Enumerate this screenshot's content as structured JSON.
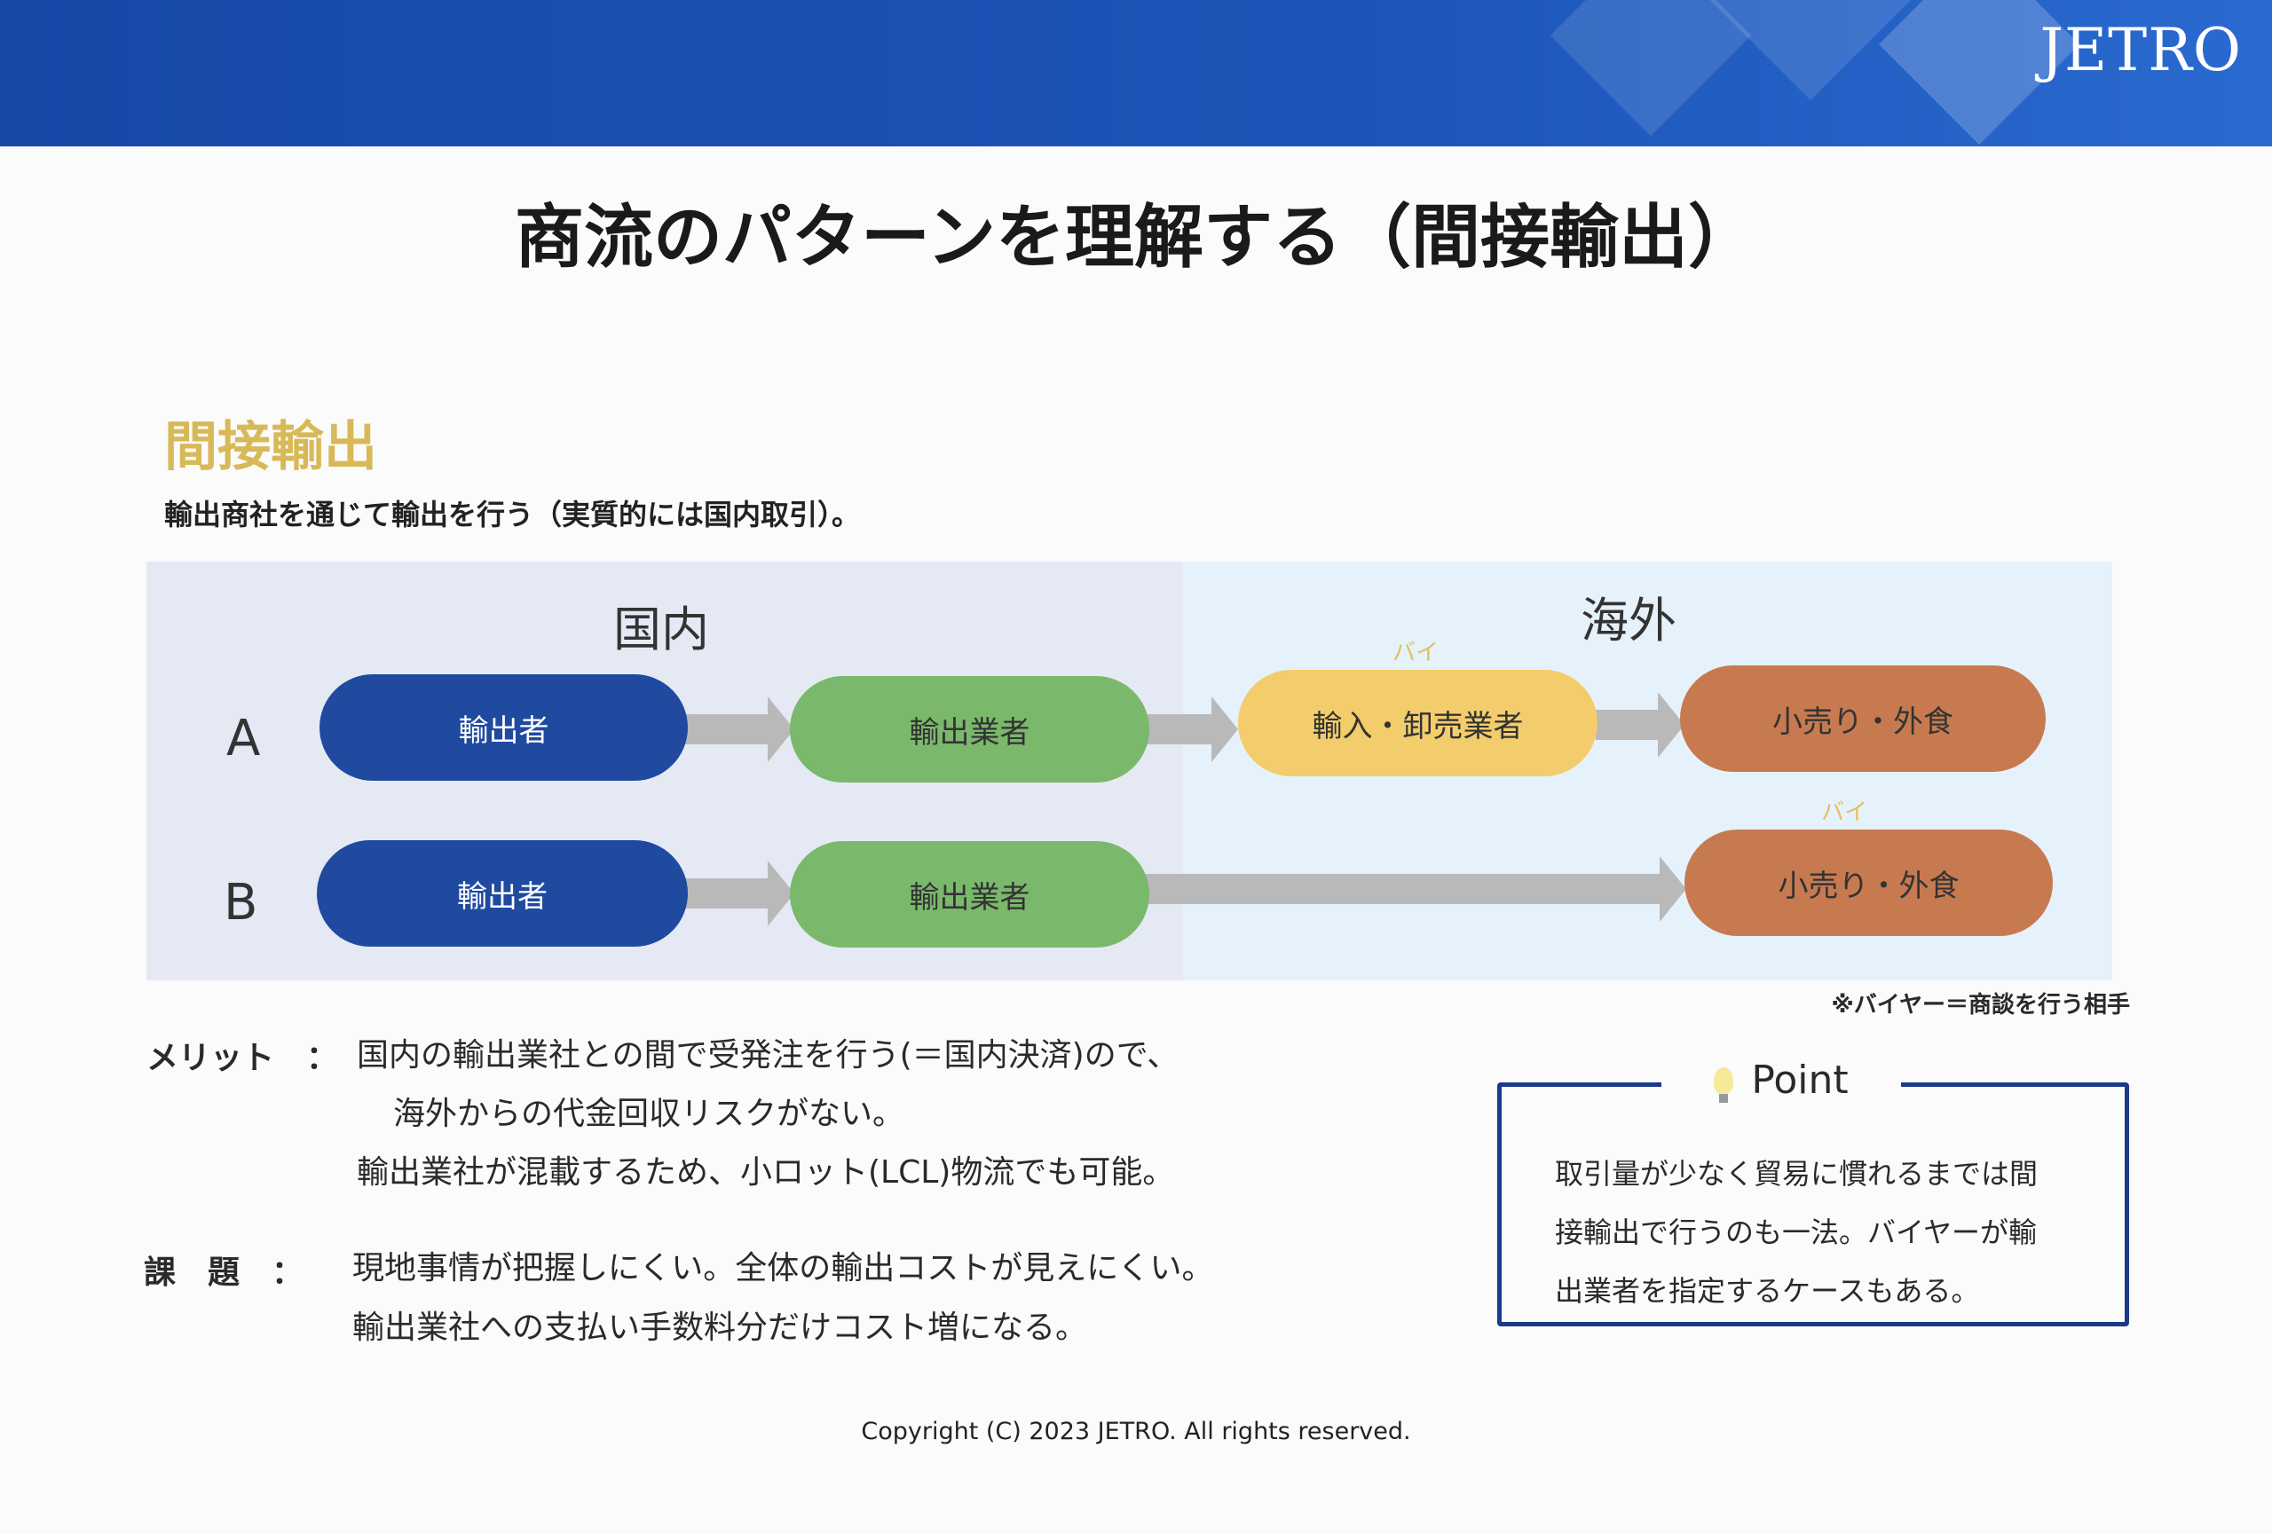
{
  "logo": "JETRO",
  "title": "商流のパターンを理解する（間接輸出）",
  "section": {
    "heading": "間接輸出",
    "subtitle": "輸出商社を通じて輸出を行う（実質的には国内取引）。"
  },
  "diagram": {
    "regions": {
      "domestic": "国内",
      "overseas": "海外"
    },
    "rows": [
      {
        "label": "A",
        "nodes": [
          "輸出者",
          "輸出業者",
          "輸入・卸売業者",
          "小売り・外食"
        ],
        "buyer_label": "バイ"
      },
      {
        "label": "B",
        "nodes": [
          "輸出者",
          "輸出業者",
          "小売り・外食"
        ],
        "buyer_label": "バイ"
      }
    ],
    "colors": {
      "exporter": "#1f4aa0",
      "export_trader": "#7ab86c",
      "importer": "#f3cd6c",
      "retail": "#c77a4f",
      "arrow": "#b9b9b9"
    },
    "note": "※バイヤー＝商談を行う相手"
  },
  "merit": {
    "label": "メリット　：",
    "lines": [
      "国内の輸出業社との間で受発注を行う(＝国内決済)ので、",
      "海外からの代金回収リスクがない。",
      "輸出業社が混載するため、小ロット(LCL)物流でも可能。"
    ]
  },
  "issue": {
    "label": "課　題　：",
    "lines": [
      "現地事情が把握しにくい。全体の輸出コストが見えにくい。",
      "輸出業社への支払い手数料分だけコスト増になる。"
    ]
  },
  "point": {
    "title": "Point",
    "icon": "lightbulb-icon",
    "lines": [
      "取引量が少なく貿易に慣れるまでは間",
      "接輸出で行うのも一法。バイヤーが輸",
      "出業者を指定するケースもある。"
    ]
  },
  "copyright": "Copyright (C) 2023 JETRO. All rights reserved."
}
